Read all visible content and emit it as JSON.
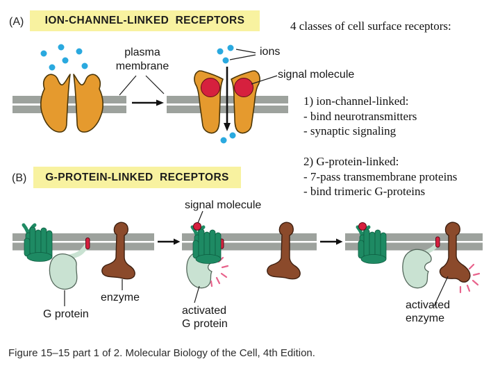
{
  "colors": {
    "yellow_highlight": "#F8F2A0",
    "membrane_gray": "#9DA29D",
    "channel_orange": "#E59A2E",
    "ion_blue": "#2AA9DF",
    "signal_red": "#D6203E",
    "receptor_green": "#1E8A63",
    "gprotein_pale": "#C9E2D2",
    "enzyme_brown": "#8B4A2B",
    "burst_pink": "#E8638C",
    "text_dark": "#1A1A1A"
  },
  "panel_a": {
    "tag": "(A)",
    "title": "ION-CHANNEL-LINKED  RECEPTORS",
    "labels": {
      "plasma_line1": "plasma",
      "plasma_line2": "membrane",
      "ions": "ions",
      "signal_molecule": "signal molecule"
    }
  },
  "panel_b": {
    "tag": "(B)",
    "title": "G-PROTEIN-LINKED  RECEPTORS",
    "labels": {
      "signal_molecule": "signal molecule",
      "g_protein": "G protein",
      "enzyme": "enzyme",
      "activated_g_line1": "activated",
      "activated_g_line2": "G protein",
      "activated_enzyme_line1": "activated",
      "activated_enzyme_line2": "enzyme"
    }
  },
  "notes": {
    "heading": "4 classes of cell surface receptors:",
    "class1": {
      "title": "1) ion-channel-linked:",
      "items": [
        "- bind neurotransmitters",
        "- synaptic signaling"
      ]
    },
    "class2": {
      "title": "2) G-protein-linked:",
      "items": [
        "- 7-pass transmembrane proteins",
        "- bind trimeric G-proteins"
      ]
    }
  },
  "caption": "Figure 15–15 part 1 of 2. Molecular Biology of the Cell, 4th Edition."
}
